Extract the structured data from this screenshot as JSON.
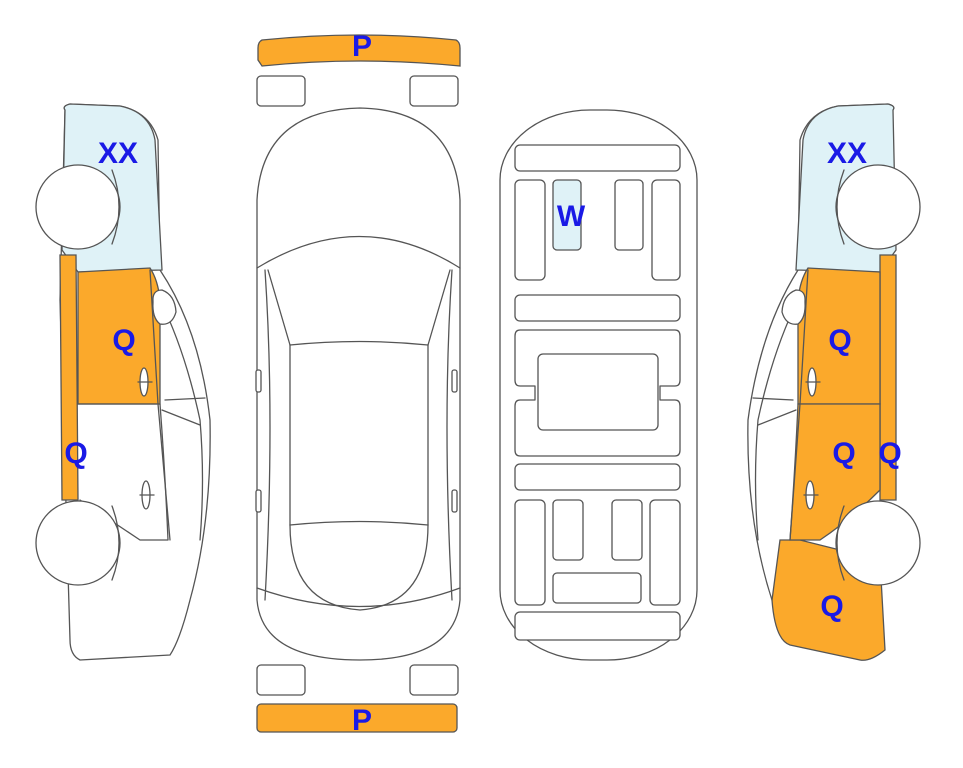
{
  "colors": {
    "orange": "#fba92b",
    "light_blue": "#dff2f7",
    "outline": "#555555",
    "label": "#1a1ae6"
  },
  "labels": {
    "front_bumper": "P",
    "rear_bumper": "P",
    "left_windshield": "XX",
    "left_front_door": "Q",
    "left_sill": "Q",
    "roof_panel": "W",
    "right_windshield": "XX",
    "right_front_door": "Q",
    "right_rear_door": "Q",
    "right_pillar": "Q",
    "right_rear_quarter": "Q"
  }
}
